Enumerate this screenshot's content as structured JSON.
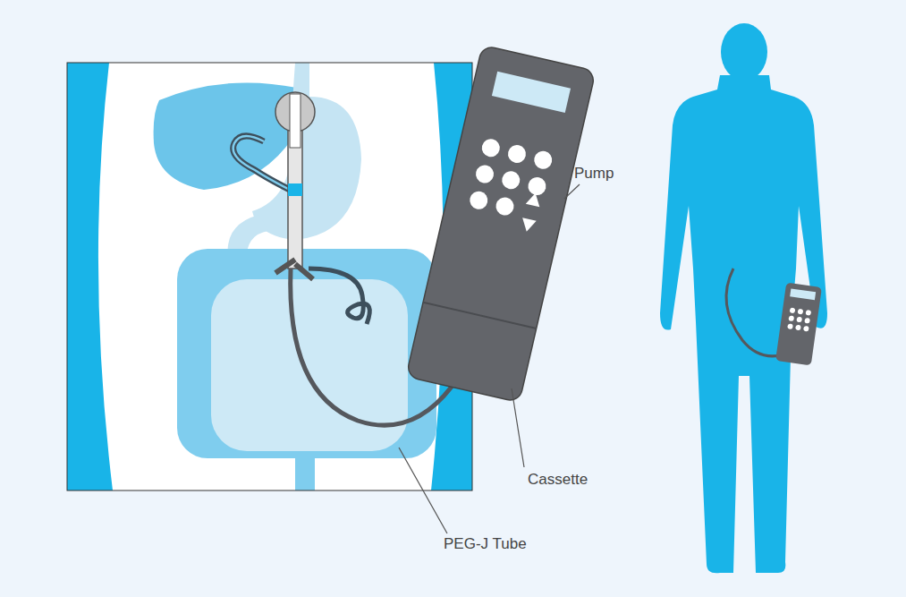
{
  "diagram": {
    "labels": [
      "Pump",
      "Cassette",
      "PEG-J Tube"
    ]
  }
}
